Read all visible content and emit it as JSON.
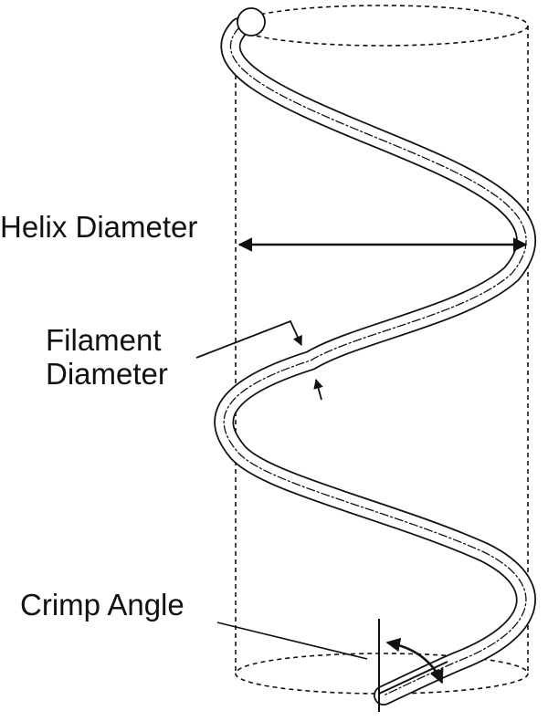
{
  "labels": {
    "helix_diameter": "Helix Diameter",
    "filament_diameter_line1": "Filament",
    "filament_diameter_line2": "Diameter",
    "crimp_angle": "Crimp Angle"
  },
  "colors": {
    "stroke": "#111111",
    "background": "#ffffff"
  }
}
